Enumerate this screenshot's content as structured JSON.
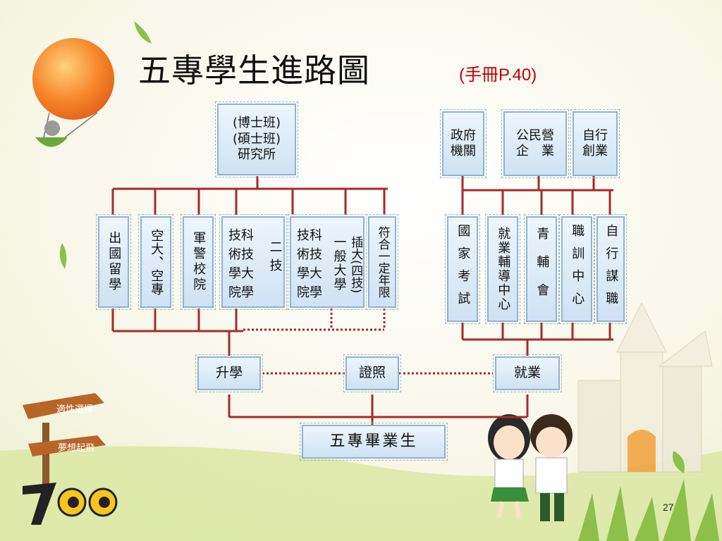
{
  "title": "五專學生進路圖",
  "subtitle": "(手冊P.40)",
  "page_number": "27",
  "sign_labels": [
    "適性選擇",
    "夢想起飛"
  ],
  "nodes": {
    "graduate_school": [
      "(博士班)",
      "(碩士班)",
      "研究所"
    ],
    "study_abroad": "出國留學",
    "open_university": "空大、空專",
    "military_police": "軍警校院",
    "two_year_tech": "技科 術技 學大 院學",
    "two_year_tech_suffix": "二技",
    "tech_general_univ": "技科 術技 學大 院學",
    "tech_general_univ_b": "一般大學",
    "transfer_exam": "插大(四技)",
    "meet_limit": "符合一定年限",
    "government": [
      "政府",
      "機關"
    ],
    "public_private": [
      "公民營",
      "企　業"
    ],
    "self_startup": [
      "自行",
      "創業"
    ],
    "national_exam": "國家考試",
    "employment_center": "就業輔導中心",
    "youth_counseling": "青輔會",
    "training_center": "職訓中心",
    "self_seek": "自行謀職",
    "further_study": "升學",
    "certificate": "證照",
    "employment": "就業",
    "graduate": "五專畢業生"
  },
  "colors": {
    "line": "#a62a2a",
    "dotted": "#a62a2a",
    "box_border": "#8fb3d3",
    "title": "#111111",
    "subtitle": "#c00000"
  }
}
